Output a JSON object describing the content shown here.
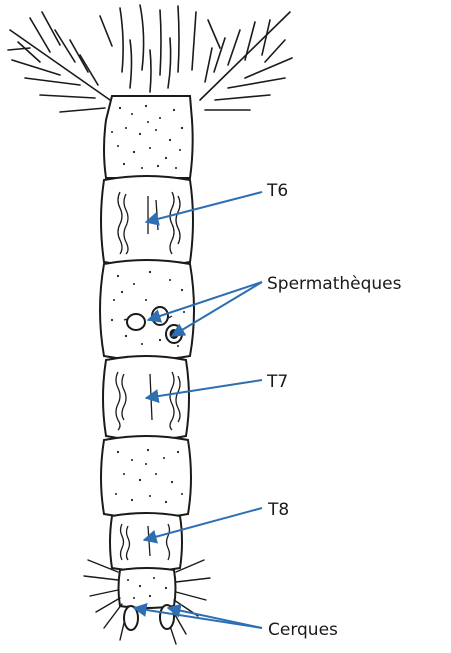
{
  "labels": {
    "t6": "T6",
    "spermatheques": "Spermathèques",
    "t7": "T7",
    "t8": "T8",
    "cerques": "Cerques"
  },
  "colors": {
    "ink": "#1a1a1a",
    "arrow": "#2e6fb3",
    "background": "#ffffff"
  }
}
